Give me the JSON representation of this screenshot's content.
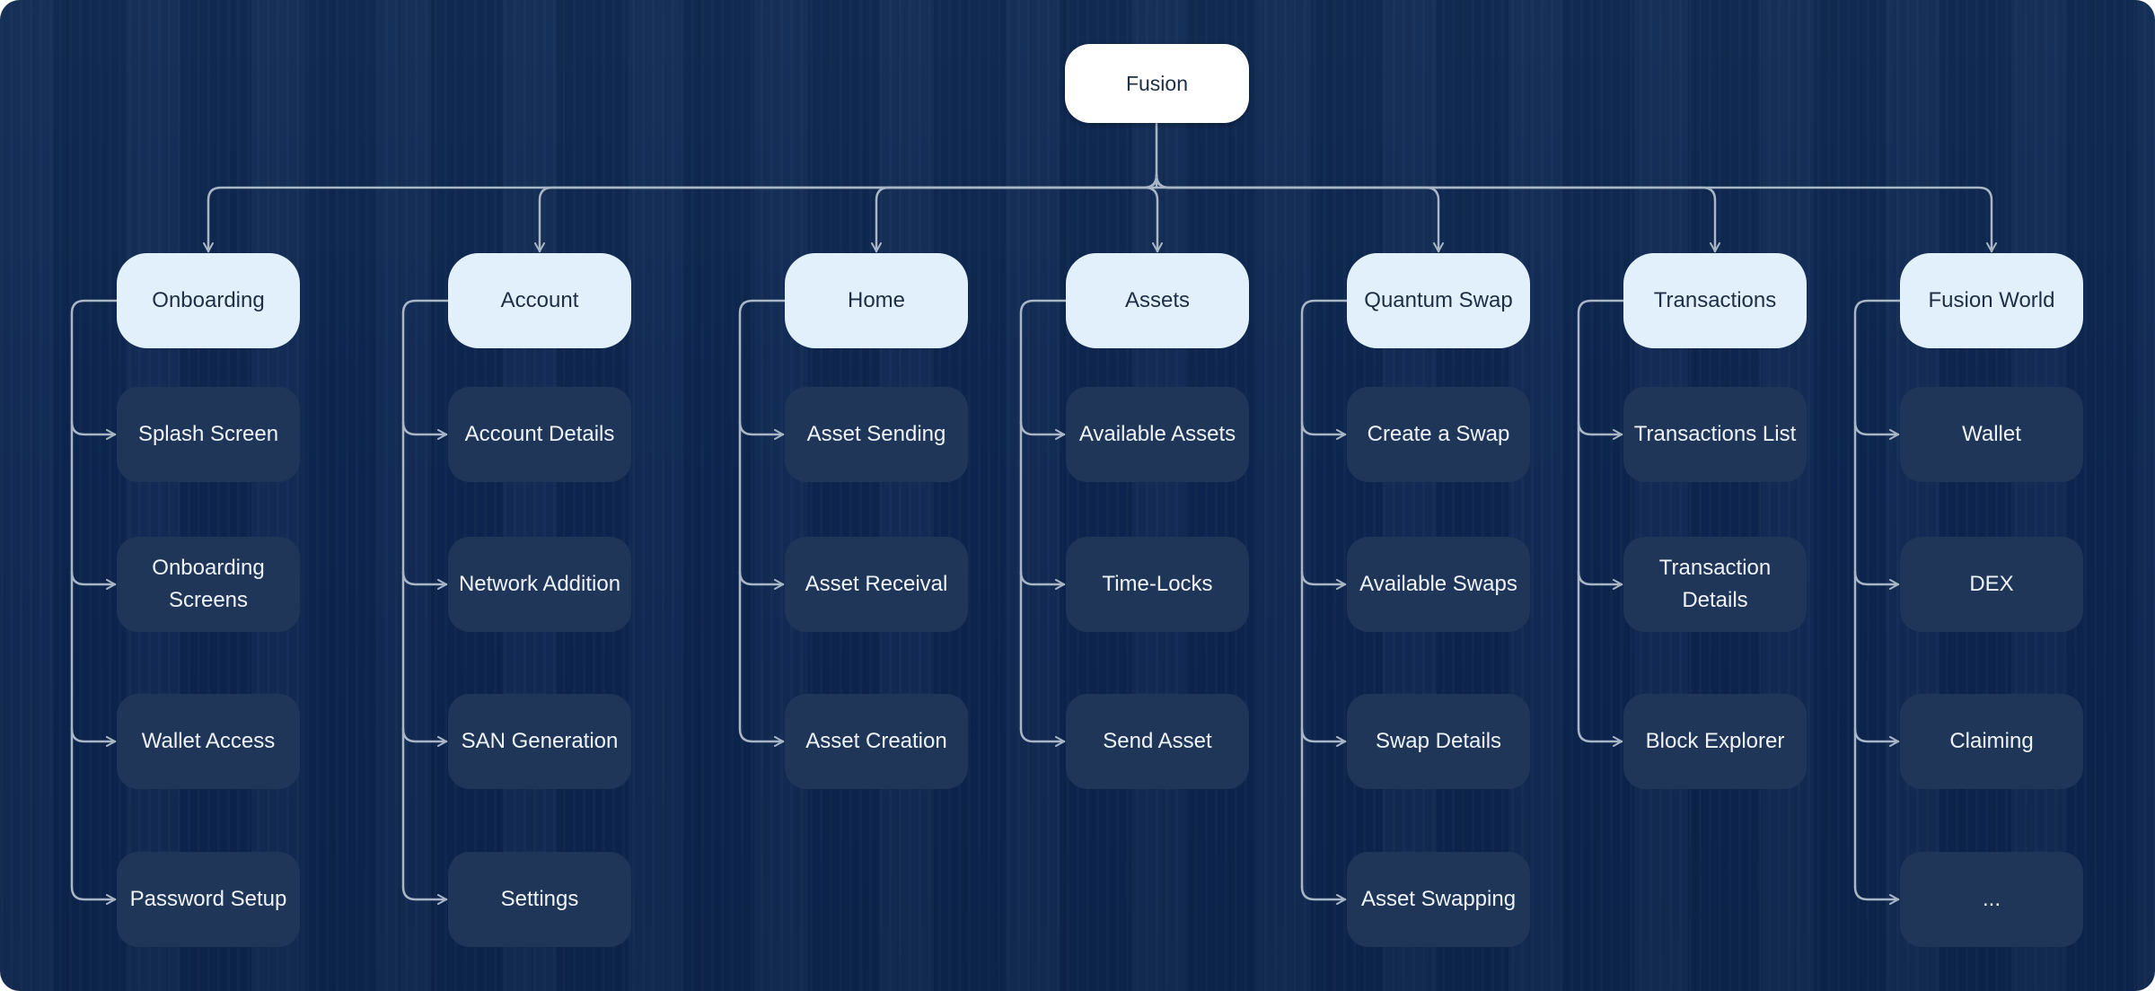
{
  "root": {
    "label": "Fusion"
  },
  "categories": [
    {
      "label": "Onboarding",
      "children": [
        "Splash Screen",
        "Onboarding Screens",
        "Wallet Access",
        "Password Setup"
      ]
    },
    {
      "label": "Account",
      "children": [
        "Account Details",
        "Network Addition",
        "SAN Generation",
        "Settings"
      ]
    },
    {
      "label": "Home",
      "children": [
        "Asset Sending",
        "Asset Receival",
        "Asset Creation"
      ]
    },
    {
      "label": "Assets",
      "children": [
        "Available Assets",
        "Time-Locks",
        "Send Asset"
      ]
    },
    {
      "label": "Quantum Swap",
      "children": [
        "Create a Swap",
        "Available Swaps",
        "Swap Details",
        "Asset Swapping"
      ]
    },
    {
      "label": "Transactions",
      "children": [
        "Transactions List",
        "Transaction Details",
        "Block Explorer"
      ]
    },
    {
      "label": "Fusion World",
      "children": [
        "Wallet",
        "DEX",
        "Claiming",
        "..."
      ]
    }
  ],
  "colors": {
    "background": "#0d2650",
    "root_fill": "#ffffff",
    "category_fill": "#e2f0fb",
    "leaf_fill": "#1f3658",
    "connector": "#a9b6c6"
  }
}
